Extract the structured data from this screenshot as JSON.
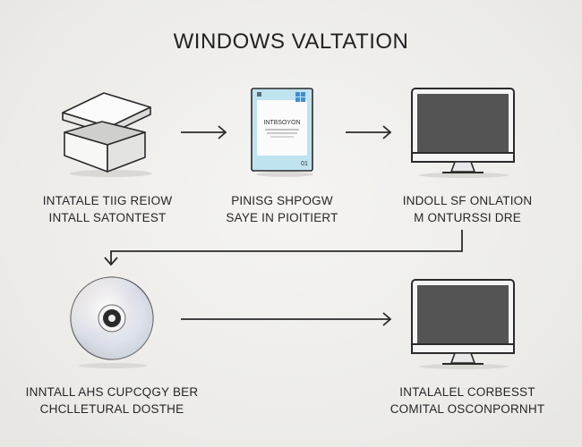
{
  "title": "WINDOWS VALTATION",
  "steps": [
    {
      "icon": "box-icon",
      "line1": "INTATALE TIIG REIOW",
      "line2": "INTALL SATONTEST"
    },
    {
      "icon": "installation-guide-icon",
      "line1": "PINISG SHPOGW",
      "line2": "SAYE IN PIOITIERT",
      "doc_heading": "INTBSOYON",
      "doc_footer": "01"
    },
    {
      "icon": "monitor-icon",
      "line1": "INDOLL SF ONLATION",
      "line2": "M ONTURSSI DRE"
    },
    {
      "icon": "cd-disc-icon",
      "line1": "INNTALL AHS CUPCQGY BER",
      "line2": "CHCLLETURAL DOSTHE"
    },
    {
      "icon": "monitor-icon",
      "line1": "INTALALEL CORBESST",
      "line2": "COMITAL OSCONPORNHT"
    }
  ],
  "colors": {
    "accent": "#bfe3ef",
    "windows_blue": "#3d8ed6",
    "stroke": "#2a2a2a",
    "screen": "#545454",
    "background": "#eeedeb"
  }
}
